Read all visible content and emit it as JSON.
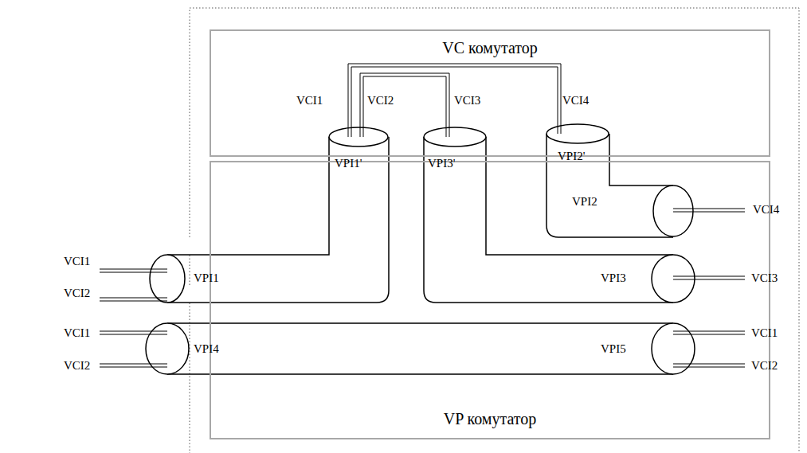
{
  "diagram": {
    "nodes": [
      {
        "text": [
          "VC комутатор"
        ]
      },
      {
        "text": [
          "VP комутатор"
        ]
      }
    ],
    "labels": [
      "VCI1",
      "VCI2",
      "VCI3",
      "VCI4",
      "VPI1'",
      "VPI3'",
      "VPI2'",
      "VPI2",
      "VCI4",
      "VCI1",
      "VCI2",
      "VPI1",
      "VPI3",
      "VCI3",
      "VCI1",
      "VCI2",
      "VPI4",
      "VPI5",
      "VCI1",
      "VCI2"
    ]
  }
}
